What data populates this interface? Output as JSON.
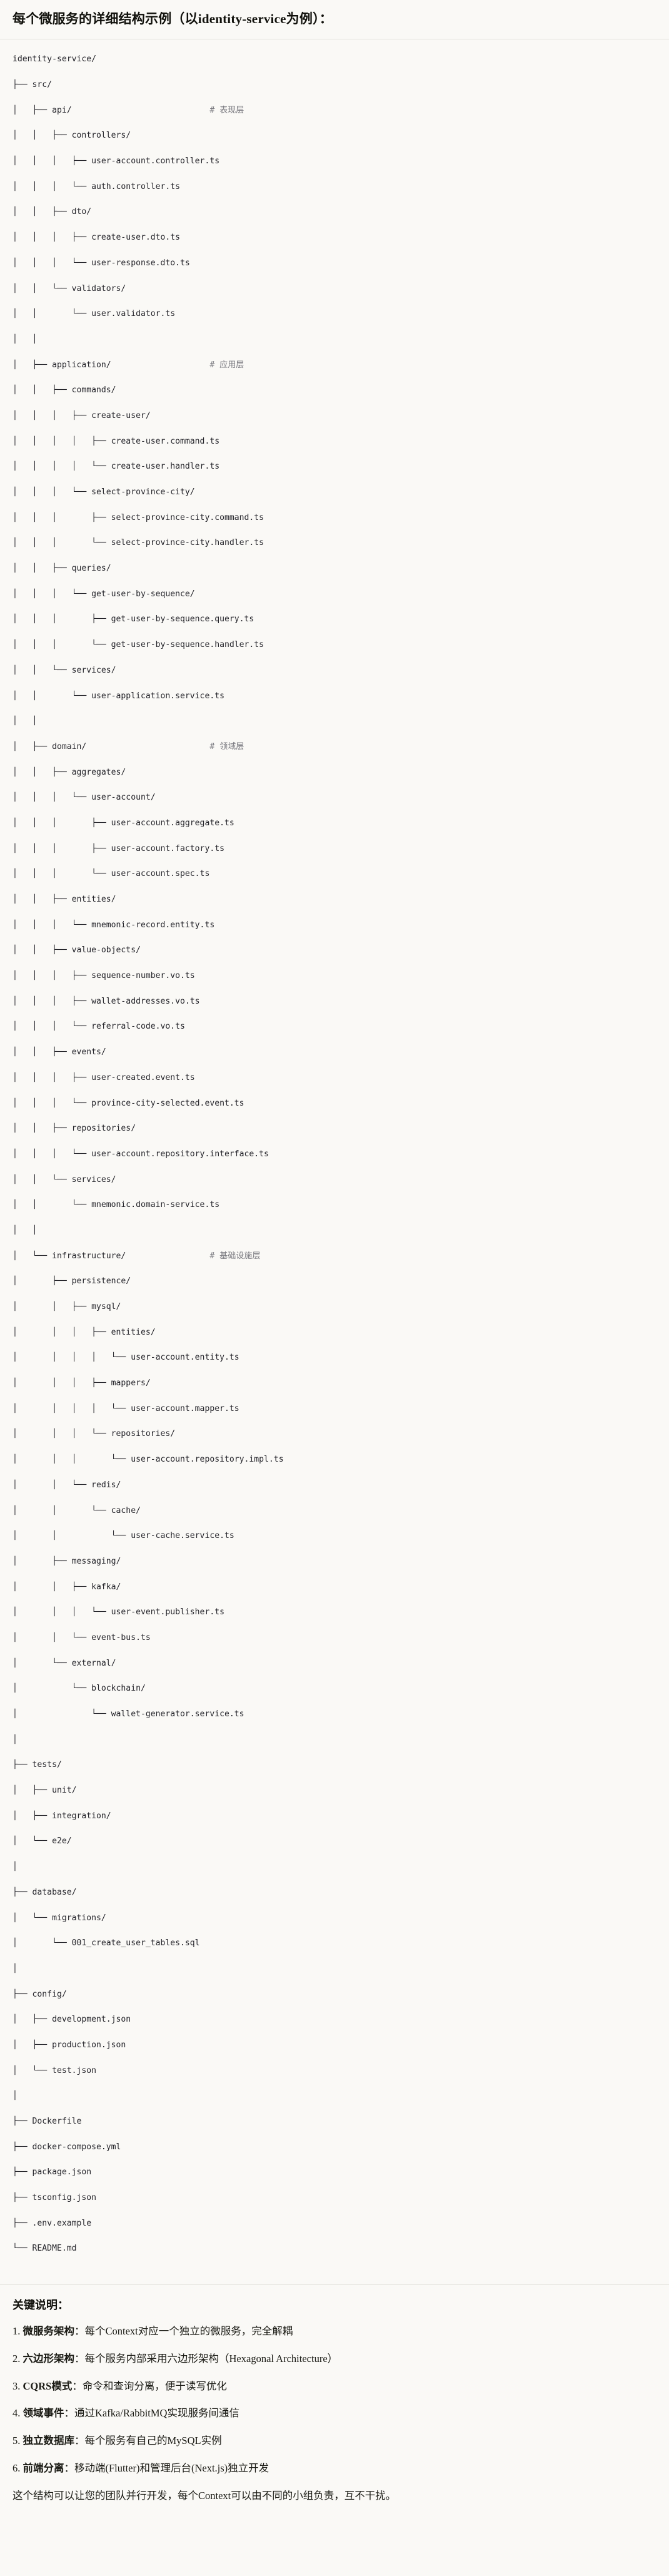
{
  "heading": {
    "title": "每个微服务的详细结构示例（以identity-service为例）："
  },
  "tree": {
    "lines": [
      {
        "path": "identity-service/",
        "comment": ""
      },
      {
        "path": "├── src/",
        "comment": ""
      },
      {
        "path": "│   ├── api/",
        "comment": "# 表现层"
      },
      {
        "path": "│   │   ├── controllers/",
        "comment": ""
      },
      {
        "path": "│   │   │   ├── user-account.controller.ts",
        "comment": ""
      },
      {
        "path": "│   │   │   └── auth.controller.ts",
        "comment": ""
      },
      {
        "path": "│   │   ├── dto/",
        "comment": ""
      },
      {
        "path": "│   │   │   ├── create-user.dto.ts",
        "comment": ""
      },
      {
        "path": "│   │   │   └── user-response.dto.ts",
        "comment": ""
      },
      {
        "path": "│   │   └── validators/",
        "comment": ""
      },
      {
        "path": "│   │       └── user.validator.ts",
        "comment": ""
      },
      {
        "path": "│   │",
        "comment": ""
      },
      {
        "path": "│   ├── application/",
        "comment": "# 应用层"
      },
      {
        "path": "│   │   ├── commands/",
        "comment": ""
      },
      {
        "path": "│   │   │   ├── create-user/",
        "comment": ""
      },
      {
        "path": "│   │   │   │   ├── create-user.command.ts",
        "comment": ""
      },
      {
        "path": "│   │   │   │   └── create-user.handler.ts",
        "comment": ""
      },
      {
        "path": "│   │   │   └── select-province-city/",
        "comment": ""
      },
      {
        "path": "│   │   │       ├── select-province-city.command.ts",
        "comment": ""
      },
      {
        "path": "│   │   │       └── select-province-city.handler.ts",
        "comment": ""
      },
      {
        "path": "│   │   ├── queries/",
        "comment": ""
      },
      {
        "path": "│   │   │   └── get-user-by-sequence/",
        "comment": ""
      },
      {
        "path": "│   │   │       ├── get-user-by-sequence.query.ts",
        "comment": ""
      },
      {
        "path": "│   │   │       └── get-user-by-sequence.handler.ts",
        "comment": ""
      },
      {
        "path": "│   │   └── services/",
        "comment": ""
      },
      {
        "path": "│   │       └── user-application.service.ts",
        "comment": ""
      },
      {
        "path": "│   │",
        "comment": ""
      },
      {
        "path": "│   ├── domain/",
        "comment": "# 领域层"
      },
      {
        "path": "│   │   ├── aggregates/",
        "comment": ""
      },
      {
        "path": "│   │   │   └── user-account/",
        "comment": ""
      },
      {
        "path": "│   │   │       ├── user-account.aggregate.ts",
        "comment": ""
      },
      {
        "path": "│   │   │       ├── user-account.factory.ts",
        "comment": ""
      },
      {
        "path": "│   │   │       └── user-account.spec.ts",
        "comment": ""
      },
      {
        "path": "│   │   ├── entities/",
        "comment": ""
      },
      {
        "path": "│   │   │   └── mnemonic-record.entity.ts",
        "comment": ""
      },
      {
        "path": "│   │   ├── value-objects/",
        "comment": ""
      },
      {
        "path": "│   │   │   ├── sequence-number.vo.ts",
        "comment": ""
      },
      {
        "path": "│   │   │   ├── wallet-addresses.vo.ts",
        "comment": ""
      },
      {
        "path": "│   │   │   └── referral-code.vo.ts",
        "comment": ""
      },
      {
        "path": "│   │   ├── events/",
        "comment": ""
      },
      {
        "path": "│   │   │   ├── user-created.event.ts",
        "comment": ""
      },
      {
        "path": "│   │   │   └── province-city-selected.event.ts",
        "comment": ""
      },
      {
        "path": "│   │   ├── repositories/",
        "comment": ""
      },
      {
        "path": "│   │   │   └── user-account.repository.interface.ts",
        "comment": ""
      },
      {
        "path": "│   │   └── services/",
        "comment": ""
      },
      {
        "path": "│   │       └── mnemonic.domain-service.ts",
        "comment": ""
      },
      {
        "path": "│   │",
        "comment": ""
      },
      {
        "path": "│   └── infrastructure/",
        "comment": "# 基础设施层"
      },
      {
        "path": "│       ├── persistence/",
        "comment": ""
      },
      {
        "path": "│       │   ├── mysql/",
        "comment": ""
      },
      {
        "path": "│       │   │   ├── entities/",
        "comment": ""
      },
      {
        "path": "│       │   │   │   └── user-account.entity.ts",
        "comment": ""
      },
      {
        "path": "│       │   │   ├── mappers/",
        "comment": ""
      },
      {
        "path": "│       │   │   │   └── user-account.mapper.ts",
        "comment": ""
      },
      {
        "path": "│       │   │   └── repositories/",
        "comment": ""
      },
      {
        "path": "│       │   │       └── user-account.repository.impl.ts",
        "comment": ""
      },
      {
        "path": "│       │   └── redis/",
        "comment": ""
      },
      {
        "path": "│       │       └── cache/",
        "comment": ""
      },
      {
        "path": "│       │           └── user-cache.service.ts",
        "comment": ""
      },
      {
        "path": "│       ├── messaging/",
        "comment": ""
      },
      {
        "path": "│       │   ├── kafka/",
        "comment": ""
      },
      {
        "path": "│       │   │   └── user-event.publisher.ts",
        "comment": ""
      },
      {
        "path": "│       │   └── event-bus.ts",
        "comment": ""
      },
      {
        "path": "│       └── external/",
        "comment": ""
      },
      {
        "path": "│           └── blockchain/",
        "comment": ""
      },
      {
        "path": "│               └── wallet-generator.service.ts",
        "comment": ""
      },
      {
        "path": "│",
        "comment": ""
      },
      {
        "path": "├── tests/",
        "comment": ""
      },
      {
        "path": "│   ├── unit/",
        "comment": ""
      },
      {
        "path": "│   ├── integration/",
        "comment": ""
      },
      {
        "path": "│   └── e2e/",
        "comment": ""
      },
      {
        "path": "│",
        "comment": ""
      },
      {
        "path": "├── database/",
        "comment": ""
      },
      {
        "path": "│   └── migrations/",
        "comment": ""
      },
      {
        "path": "│       └── 001_create_user_tables.sql",
        "comment": ""
      },
      {
        "path": "│",
        "comment": ""
      },
      {
        "path": "├── config/",
        "comment": ""
      },
      {
        "path": "│   ├── development.json",
        "comment": ""
      },
      {
        "path": "│   ├── production.json",
        "comment": ""
      },
      {
        "path": "│   └── test.json",
        "comment": ""
      },
      {
        "path": "│",
        "comment": ""
      },
      {
        "path": "├── Dockerfile",
        "comment": ""
      },
      {
        "path": "├── docker-compose.yml",
        "comment": ""
      },
      {
        "path": "├── package.json",
        "comment": ""
      },
      {
        "path": "├── tsconfig.json",
        "comment": ""
      },
      {
        "path": "├── .env.example",
        "comment": ""
      },
      {
        "path": "└── README.md",
        "comment": ""
      }
    ]
  },
  "notes": {
    "title": "关键说明：",
    "items": [
      {
        "index": "1.",
        "term": "微服务架构",
        "sep": "：",
        "desc": "每个Context对应一个独立的微服务，完全解耦"
      },
      {
        "index": "2.",
        "term": "六边形架构",
        "sep": "：",
        "desc": "每个服务内部采用六边形架构（Hexagonal Architecture）"
      },
      {
        "index": "3.",
        "term": "CQRS模式",
        "sep": "：",
        "desc": "命令和查询分离，便于读写优化"
      },
      {
        "index": "4.",
        "term": "领域事件",
        "sep": "：",
        "desc": "通过Kafka/RabbitMQ实现服务间通信"
      },
      {
        "index": "5.",
        "term": "独立数据库",
        "sep": "：",
        "desc": "每个服务有自己的MySQL实例"
      },
      {
        "index": "6.",
        "term": "前端分离",
        "sep": "：",
        "desc": "移动端(Flutter)和管理后台(Next.js)独立开发"
      }
    ],
    "closing": "这个结构可以让您的团队并行开发，每个Context可以由不同的小组负责，互不干扰。"
  },
  "colors": {
    "background": "#faf9f6",
    "text": "#16160f",
    "code_text": "#24242a",
    "comment_text": "#7a7a80",
    "divider": "#e3e2dc"
  }
}
